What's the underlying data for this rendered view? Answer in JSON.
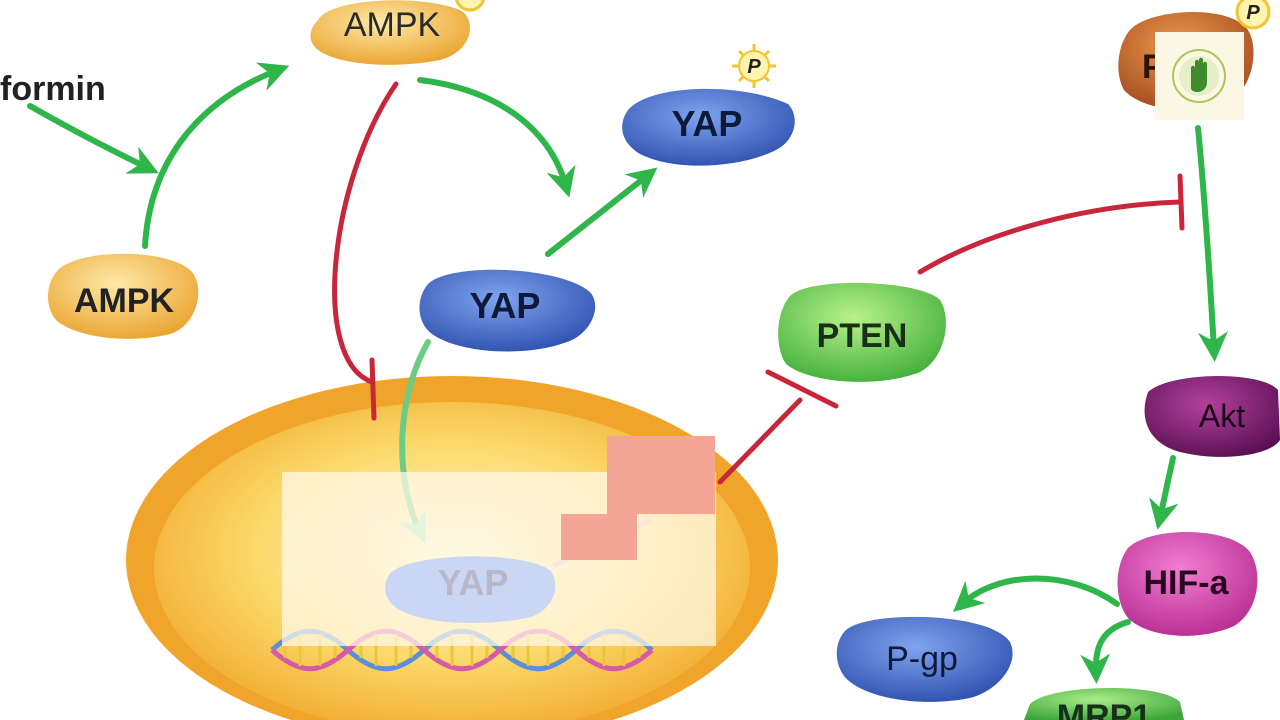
{
  "diagram": {
    "nodes": {
      "metformin": "formin",
      "ampk_bottom": "AMPK",
      "ampk_top": "AMPK",
      "yap_top": "YAP",
      "yap_mid": "YAP",
      "yap_nucleus": "YAP",
      "pten": "PTEN",
      "pi3k_partial": "P",
      "akt": "Akt",
      "hif": "HIF-a",
      "pgp": "P-gp",
      "mrp1": "MRP1"
    },
    "phospho_badge": "P"
  },
  "colors": {
    "activation_arrow": "#2fb64a",
    "inhibition_line": "#c8263a",
    "ampk": "#f3b43a",
    "yap": "#3d63c4",
    "pten": "#59c94a",
    "pi3k": "#c6602a",
    "akt": "#7a1a6e",
    "hif": "#d23fa8",
    "pgp": "#3e60c6",
    "mrp1": "#4fbf45",
    "nucleus_outer": "#f0a52a",
    "nucleus_inner": "#fbe08a",
    "overlay_salmon": "#f4a596"
  },
  "icons": {
    "logo": "hand-leaf-logo-icon",
    "phospho": "phosphate-sun-icon",
    "dna": "dna-helix-icon"
  }
}
